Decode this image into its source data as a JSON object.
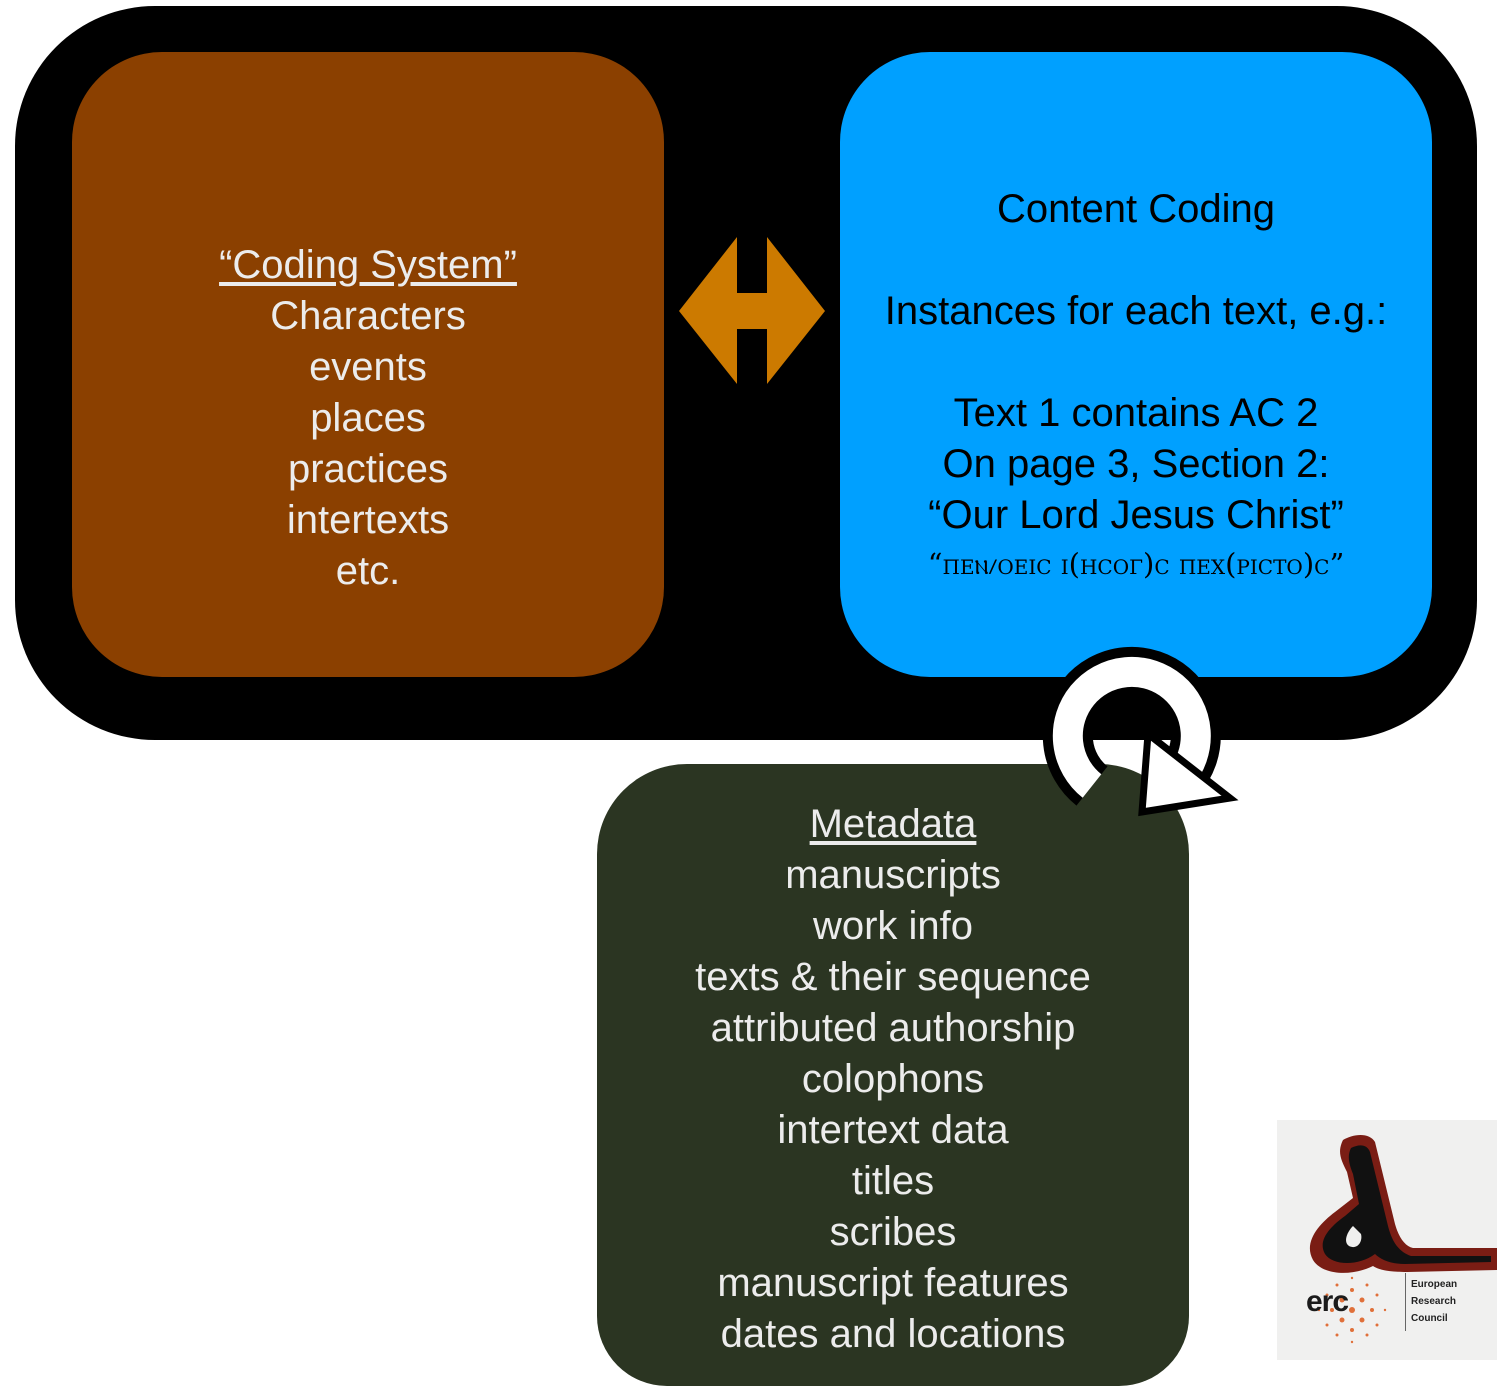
{
  "coding_system": {
    "title": "“Coding System”",
    "items": [
      "Characters",
      "events",
      "places",
      "practices",
      "intertexts",
      "etc."
    ]
  },
  "content_coding": {
    "title": "Content Coding",
    "subtitle": "Instances for each text, e.g.:",
    "lines": [
      "Text 1 contains AC 2",
      "On page 3, Section 2:",
      "“Our Lord Jesus Christ”"
    ],
    "coptic": "“πεⲛⳇοειc ι(ηcογ)c πεχ(ριcτο)c”"
  },
  "metadata": {
    "title": "Metadata",
    "items": [
      "manuscripts",
      "work info",
      "texts & their sequence",
      "attributed authorship",
      "colophons",
      "intertext data",
      "titles",
      "scribes",
      "manuscript features",
      "dates and locations"
    ]
  },
  "logo": {
    "erc_text": "erc",
    "erc_sub": [
      "European",
      "Research",
      "Council"
    ]
  },
  "colors": {
    "frame": "#000000",
    "coding_system": "#8B4000",
    "content_coding": "#00A0FF",
    "metadata": "#2B3522",
    "arrow": "#CC7A00"
  }
}
